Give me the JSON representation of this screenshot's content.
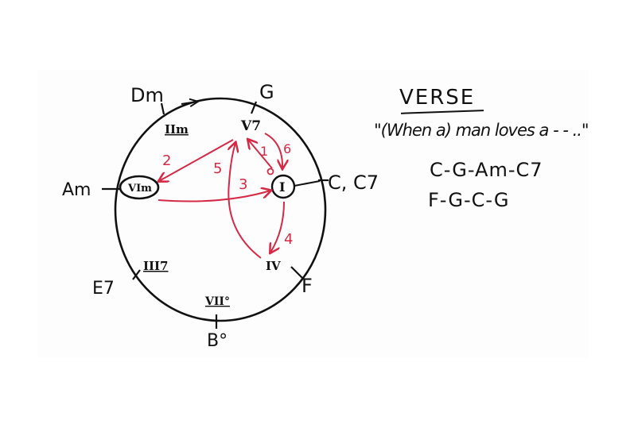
{
  "diagram": {
    "type": "circle-of-chords",
    "key": "C",
    "colors": {
      "ink": "#111111",
      "arrows": "#d42a45",
      "background": "#ffffff",
      "panel": "#fdfdfd"
    },
    "chords": [
      {
        "chord": "G",
        "numeral": "V7",
        "position": "top"
      },
      {
        "chord": "C, C7",
        "numeral": "I",
        "position": "right",
        "circled": true
      },
      {
        "chord": "F",
        "numeral": "IV",
        "position": "lower-right"
      },
      {
        "chord": "B°",
        "numeral": "VII°",
        "position": "bottom"
      },
      {
        "chord": "E7",
        "numeral": "III7",
        "position": "lower-left"
      },
      {
        "chord": "Am",
        "numeral": "VIm",
        "position": "left",
        "circled": true
      },
      {
        "chord": "Dm",
        "numeral": "IIm",
        "position": "upper-left"
      }
    ],
    "arrows": [
      {
        "label": "1",
        "from": "I",
        "to": "V7"
      },
      {
        "label": "2",
        "from": "V7",
        "to": "VIm"
      },
      {
        "label": "3",
        "from": "VIm",
        "to": "I"
      },
      {
        "label": "4",
        "from": "I",
        "to": "IV"
      },
      {
        "label": "5",
        "from": "IV",
        "to": "V7"
      },
      {
        "label": "6",
        "from": "V7",
        "to": "I"
      }
    ]
  },
  "notes": {
    "title": "VERSE",
    "lyric": "\"(When a) man loves a - - ..\"",
    "progressions": [
      "C-G-Am-C7",
      "F-G-C-G"
    ]
  }
}
